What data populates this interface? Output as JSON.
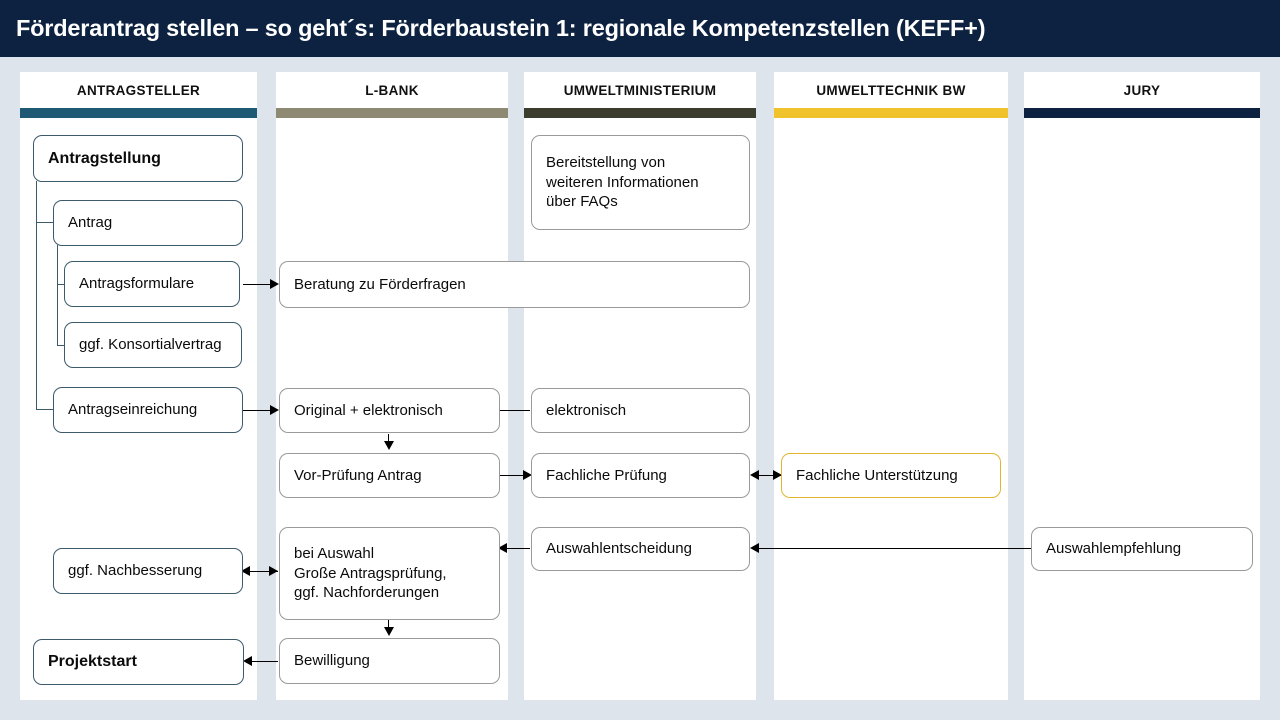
{
  "title": "Förderantrag stellen – so geht´s: Förderbaustein 1: regionale Kompetenzstellen (KEFF+)",
  "colors": {
    "title_bar": "#0d2240",
    "page_background": "#dde4ec",
    "lane_background": "#ffffff",
    "box_border_default": "#9a9a9a",
    "box_border_applicant": "#3c5a6b",
    "box_border_highlight": "#e3b52f",
    "connector": "#000000"
  },
  "lanes": [
    {
      "id": "antragsteller",
      "label": "ANTRAGSTELLER",
      "accent": "#1f5a74"
    },
    {
      "id": "l-bank",
      "label": "L-BANK",
      "accent": "#8d8973"
    },
    {
      "id": "umweltministerium",
      "label": "UMWELTMINISTERIUM",
      "accent": "#3c3d2e"
    },
    {
      "id": "umwelttechnik-bw",
      "label": "UMWELTTECHNIK BW",
      "accent": "#f0c22b"
    },
    {
      "id": "jury",
      "label": "JURY",
      "accent": "#0d2240"
    }
  ],
  "nodes": {
    "antragstellung": "Antragstellung",
    "antrag": "Antrag",
    "antragsformulare": "Antragsformulare",
    "konsortialvertrag": "ggf. Konsortialvertrag",
    "antragseinreichung": "Antragseinreichung",
    "nachbesserung": "ggf. Nachbesserung",
    "projektstart": "Projektstart",
    "beratung": "Beratung zu Förderfragen",
    "original_elektronisch": "Original + elektronisch",
    "vorpruefung": "Vor-Prüfung Antrag",
    "bei_auswahl": "bei Auswahl\nGroße Antragsprüfung,\nggf. Nachforderungen",
    "bewilligung": "Bewilligung",
    "faqs": "Bereitstellung von\nweiteren Informationen\nüber FAQs",
    "elektronisch": "elektronisch",
    "fachliche_pruefung": "Fachliche Prüfung",
    "auswahlentscheidung": "Auswahlentscheidung",
    "fachliche_unterstuetzung": "Fachliche Unterstützung",
    "auswahlempfehlung": "Auswahlempfehlung"
  }
}
